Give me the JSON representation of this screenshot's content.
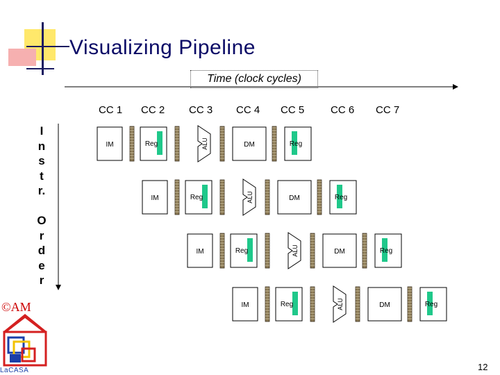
{
  "title": "Visualizing Pipeline",
  "time_axis_label": "Time (clock cycles)",
  "clock_cycles": [
    "CC 1",
    "CC 2",
    "CC 3",
    "CC 4",
    "CC 5",
    "CC 6",
    "CC 7"
  ],
  "instr_order_letters": [
    "I",
    "n",
    "s",
    "t",
    "r.",
    "",
    "O",
    "r",
    "d",
    "e",
    "r"
  ],
  "stage_labels": {
    "im": "IM",
    "reg": "Reg",
    "alu": "ALU",
    "dm": "DM"
  },
  "logo": {
    "am_mark": "©AM",
    "lacasa": "LaCASA"
  },
  "page_number": "12",
  "colors": {
    "title": "#0a0a66",
    "reg_highlight": "#1fc88a",
    "latch": "#8b7a55",
    "logo_red": "#d42020",
    "logo_blue": "#1a3fa8",
    "logo_yellow": "#f2c200",
    "corner_yellow": "#ffe86b",
    "corner_pink": "#f6b0b0"
  }
}
